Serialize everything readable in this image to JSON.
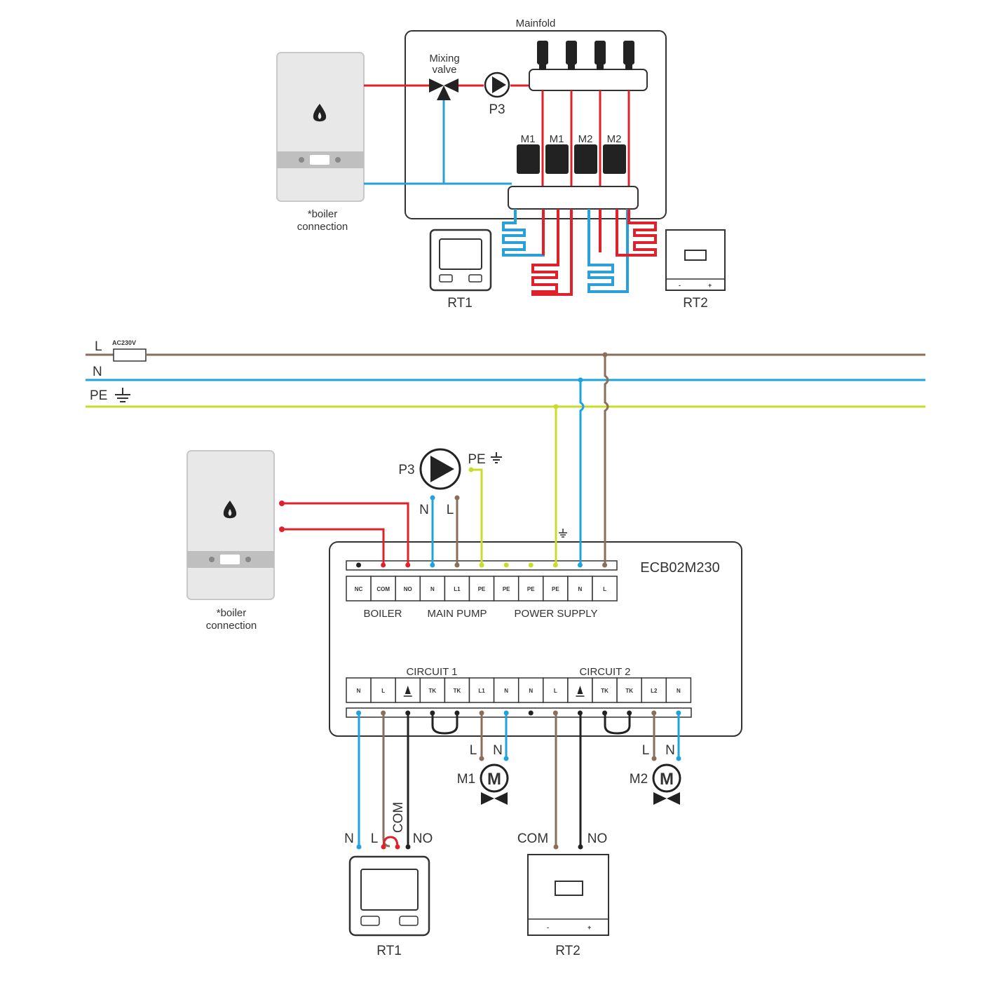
{
  "top": {
    "manifold_label": "Mainfold",
    "mixing_valve_label": [
      "Mixing",
      "valve"
    ],
    "pump_label": "P3",
    "actuator_labels": [
      "M1",
      "M1",
      "M2",
      "M2"
    ],
    "boiler_caption": [
      "*boiler",
      "connection"
    ],
    "rt1_label": "RT1",
    "rt2_label": "RT2"
  },
  "mains": {
    "l_label": "L",
    "fuse_label": "AC230V",
    "n_label": "N",
    "pe_label": "PE"
  },
  "controller": {
    "model": "ECB02M230",
    "top_terminals": [
      "NC",
      "COM",
      "NO",
      "N",
      "L1",
      "PE",
      "PE",
      "PE",
      "PE",
      "N",
      "L"
    ],
    "top_groups": [
      "BOILER",
      "MAIN PUMP",
      "POWER SUPPLY"
    ],
    "circuit1_label": "CIRCUIT 1",
    "circuit2_label": "CIRCUIT 2",
    "bottom_terminals": [
      "N",
      "L",
      "",
      "TK",
      "TK",
      "L1",
      "N",
      "N",
      "L",
      "",
      "TK",
      "TK",
      "L2",
      "N"
    ]
  },
  "bottom": {
    "pump_label": "P3",
    "pump_pe_label": "PE",
    "pump_n_label": "N",
    "pump_l_label": "L",
    "boiler_caption": [
      "*boiler",
      "connection"
    ],
    "m1_label": "M1",
    "m2_label": "M2",
    "m1_l": "L",
    "m1_n": "N",
    "m2_l": "L",
    "m2_n": "N",
    "rt1_n": "N",
    "rt1_l": "L",
    "rt1_com": "COM",
    "rt1_no": "NO",
    "rt2_com": "COM",
    "rt2_no": "NO",
    "rt1_label": "RT1",
    "rt2_label": "RT2"
  },
  "colors": {
    "live": "#8b6e5a",
    "neutral": "#1ea3dc",
    "earth": "#c9dc2a",
    "hot_pipe": "#e0202b",
    "cold_pipe": "#2aa0d8",
    "relay_wire": "#222222"
  }
}
